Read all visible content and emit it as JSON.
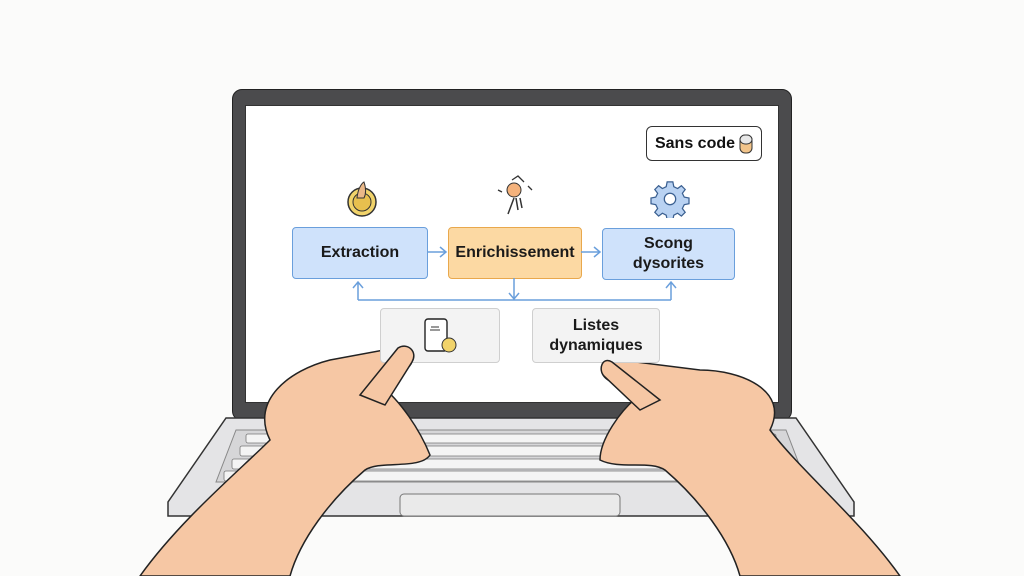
{
  "badge": {
    "label": "Sans code",
    "icon": "pill-icon"
  },
  "workflow": {
    "nodes": [
      {
        "label": "Extraction",
        "icon": "coin-icon",
        "color": "#cfe2fb"
      },
      {
        "label": "Enrichissement",
        "icon": "sparkle-person-icon",
        "color": "#fcd9a3"
      },
      {
        "label": "Scong dysorites",
        "line1": "Scong",
        "line2": "dysorites",
        "icon": "gear-icon",
        "color": "#cfe2fb"
      }
    ],
    "bottom": [
      {
        "label": "",
        "icon": "document-check-icon"
      },
      {
        "label": "Listes dynamiques",
        "line1": "Listes",
        "line2": "dynamiques"
      }
    ]
  },
  "colors": {
    "accent_blue": "#6a9fdc",
    "accent_orange": "#e9a84c",
    "bezel": "#4b4b4d"
  }
}
